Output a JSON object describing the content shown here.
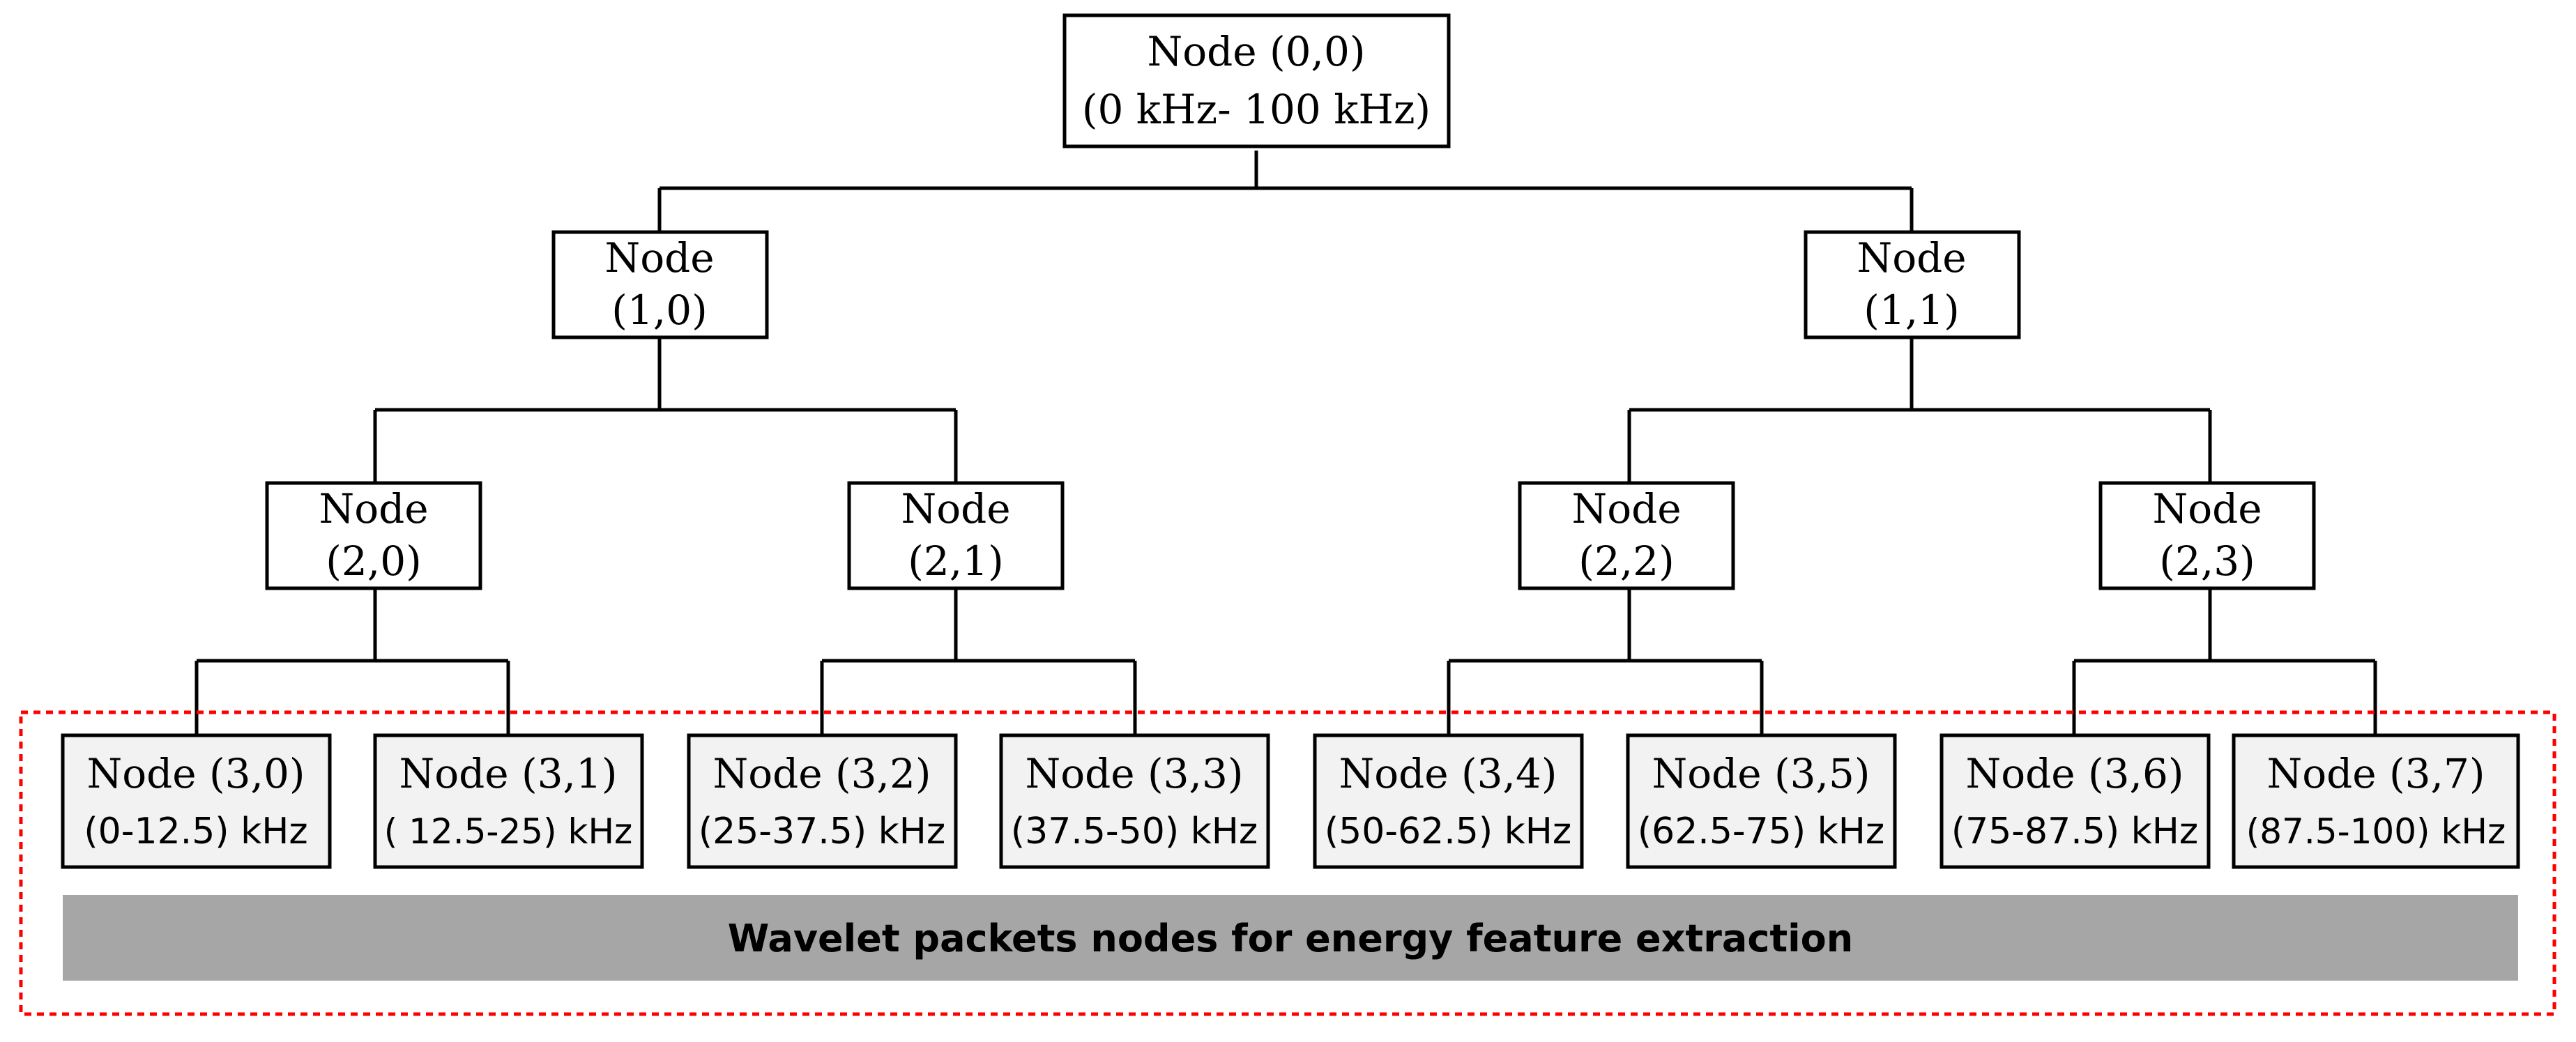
{
  "root": {
    "line1": "Node (0,0)",
    "line2": "(0 kHz- 100 kHz)"
  },
  "level1": [
    {
      "line1": "Node",
      "line2": "(1,0)"
    },
    {
      "line1": "Node",
      "line2": "(1,1)"
    }
  ],
  "level2": [
    {
      "line1": "Node",
      "line2": "(2,0)"
    },
    {
      "line1": "Node",
      "line2": "(2,1)"
    },
    {
      "line1": "Node",
      "line2": "(2,2)"
    },
    {
      "line1": "Node",
      "line2": "(2,3)"
    }
  ],
  "level3": [
    {
      "line1": "Node (3,0)",
      "line2": "(0-12.5) kHz"
    },
    {
      "line1": "Node (3,1)",
      "line2": "( 12.5-25) kHz"
    },
    {
      "line1": "Node (3,2)",
      "line2": "(25-37.5) kHz"
    },
    {
      "line1": "Node (3,3)",
      "line2": "(37.5-50) kHz"
    },
    {
      "line1": "Node (3,4)",
      "line2": "(50-62.5) kHz"
    },
    {
      "line1": "Node (3,5)",
      "line2": "(62.5-75) kHz"
    },
    {
      "line1": "Node (3,6)",
      "line2": "(75-87.5) kHz"
    },
    {
      "line1": "Node (3,7)",
      "line2": "(87.5-100) kHz"
    }
  ],
  "band_label": "Wavelet packets nodes for energy feature extraction",
  "colors": {
    "highlight_border": "#ff0000",
    "band_fill": "#a6a6a6",
    "leaf_fill": "#f2f2f2"
  }
}
